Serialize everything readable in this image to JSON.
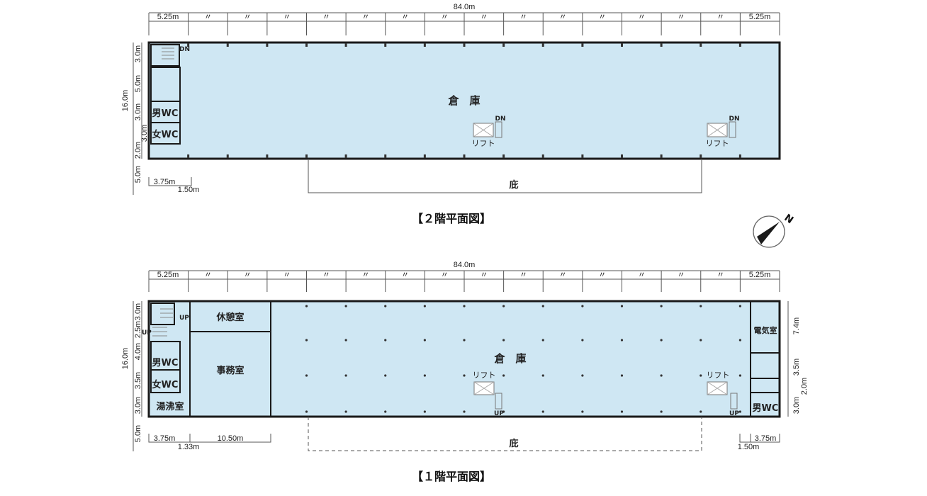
{
  "colors": {
    "floor": "#cfe7f3",
    "wall": "#1a1a1a",
    "line": "#555555"
  },
  "compass": {
    "label": "N"
  },
  "floor2": {
    "title": "【２階平面図】",
    "total_width": "84.0m",
    "bay_first": "5.25m",
    "bay_ditto": "〃",
    "bay_last": "5.25m",
    "total_depth": "16.0m",
    "left_dims": [
      "3.0m",
      "5.0m",
      "3.0m",
      "3.0m",
      "2.0m"
    ],
    "eaves_depth": "5.0m",
    "bottom_dims": [
      "3.75m",
      "1.50m"
    ],
    "rooms": {
      "warehouse": "倉　庫",
      "male_wc": "男WC",
      "female_wc": "女WC",
      "eaves": "庇"
    },
    "lift_label": "リフト",
    "stair_dn": "DN"
  },
  "floor1": {
    "title": "【１階平面図】",
    "total_width": "84.0m",
    "bay_first": "5.25m",
    "bay_ditto": "〃",
    "bay_last": "5.25m",
    "total_depth": "16.0m",
    "left_dims": [
      "3.0m",
      "2.5m",
      "4.0m",
      "3.5m",
      "3.0m"
    ],
    "eaves_depth": "5.0m",
    "right_dims": [
      "7.4m",
      "3.5m",
      "2.0m",
      "3.0m"
    ],
    "bottom_left_dims": [
      "3.75m",
      "1.33m",
      "10.50m"
    ],
    "bottom_right_dims": [
      "3.75m",
      "1.50m"
    ],
    "rooms": {
      "warehouse": "倉　庫",
      "rest_room": "休憩室",
      "office": "事務室",
      "male_wc": "男WC",
      "female_wc": "女WC",
      "kitchenette": "湯沸室",
      "electrical_room": "電気室",
      "male_wc_right": "男WC",
      "eaves": "庇"
    },
    "lift_label": "リフト",
    "stair_up": "UP"
  }
}
